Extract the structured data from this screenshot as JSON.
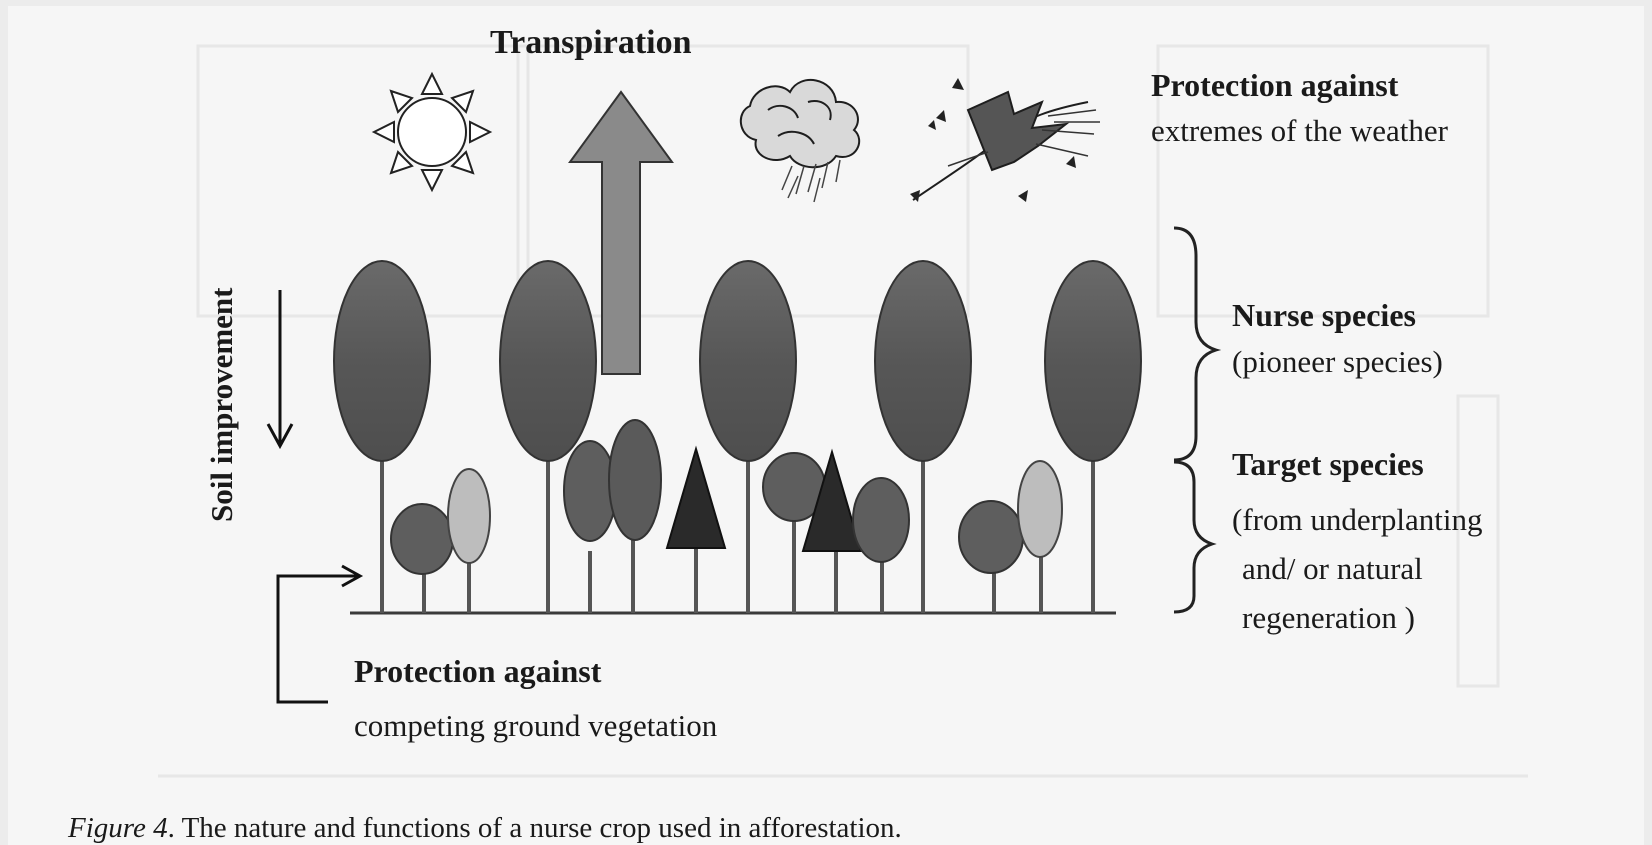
{
  "labels": {
    "transpiration": "Transpiration",
    "weather_title": "Protection against",
    "weather_sub": "extremes of the weather",
    "soil": "Soil improvement",
    "nurse_title": "Nurse species",
    "nurse_sub": "(pioneer species)",
    "target_title": "Target species",
    "target_sub1": "(from underplanting",
    "target_sub2": "and/ or natural",
    "target_sub3": "regeneration )",
    "ground_title": "Protection against",
    "ground_sub": "competing ground vegetation"
  },
  "caption": {
    "prefix": "Figure 4",
    "text": ". The nature and functions of a nurse crop used in afforestation."
  },
  "colors": {
    "tall_tree": "#5b5b5b",
    "small_tree": "#5a5a5a",
    "light_tree": "#b9b9b9",
    "conifer": "#2a2a2a",
    "arrow_fill": "#8a8a8a"
  },
  "icons": [
    "sun-icon",
    "storm-cloud-icon",
    "wind-gust-icon"
  ]
}
